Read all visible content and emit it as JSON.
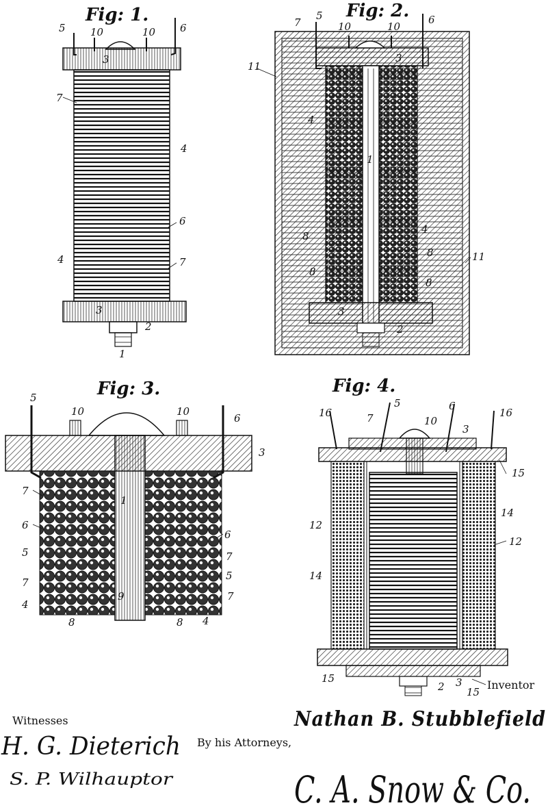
{
  "figures": {
    "fig1": {
      "label": "Fig: 1.",
      "refs": [
        "5",
        "10",
        "10",
        "6",
        "3",
        "7",
        "4",
        "6",
        "7",
        "4",
        "3",
        "2",
        "1"
      ]
    },
    "fig2": {
      "label": "Fig: 2.",
      "refs": [
        "7",
        "5",
        "10",
        "10",
        "6",
        "3",
        "11",
        "4",
        "1",
        "4",
        "8",
        "8",
        "8",
        "8",
        "11",
        "3",
        "2"
      ]
    },
    "fig3": {
      "label": "Fig: 3.",
      "refs": [
        "5",
        "10",
        "10",
        "6",
        "3",
        "7",
        "6",
        "5",
        "7",
        "4",
        "8",
        "8",
        "4",
        "7",
        "6",
        "5",
        "7",
        "1",
        "9"
      ]
    },
    "fig4": {
      "label": "Fig: 4.",
      "refs": [
        "16",
        "7",
        "5",
        "10",
        "6",
        "3",
        "16",
        "15",
        "12",
        "14",
        "14",
        "12",
        "15",
        "2",
        "3",
        "15"
      ]
    }
  },
  "legend": {
    "witnesses": "Witnesses",
    "inventor_label": "Inventor",
    "inventor_name": "Nathan B. Stubblefield",
    "attorneys": "By his Attorneys,",
    "witness1": "H. G. Dieterich",
    "witness2": "S. P. Wilhauptor",
    "attorney_sig": "C. A. Snow & Co."
  }
}
